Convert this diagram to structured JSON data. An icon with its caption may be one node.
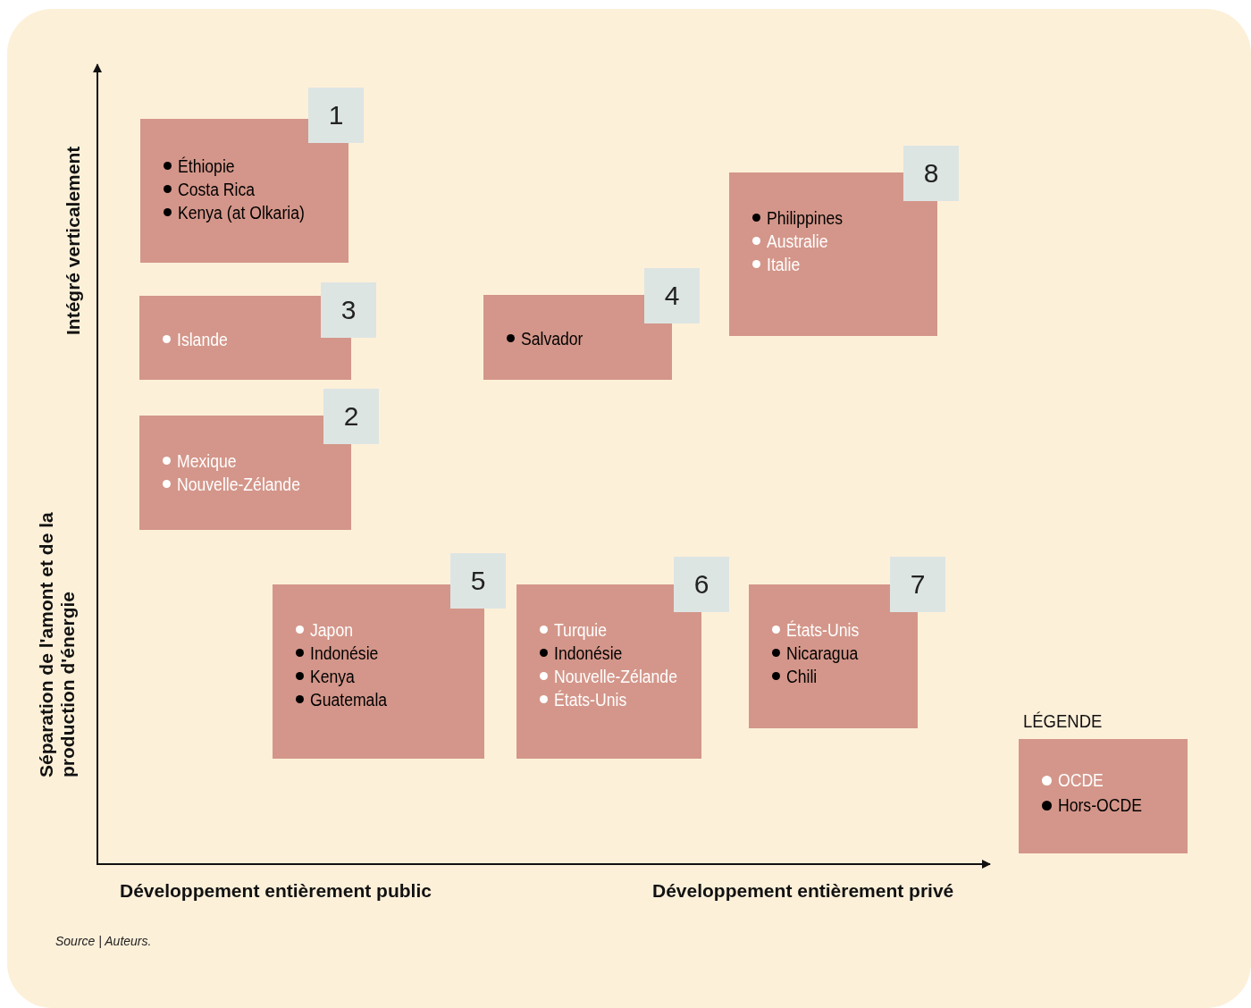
{
  "diagram": {
    "caption": "Source | Auteurs.",
    "nodes": [
      {
        "text": [
          "1",
          "Éthiopie",
          "Costa Rica",
          "Kenya (at Olkaria)"
        ]
      },
      {
        "text": [
          "8",
          "Philippines",
          "Australie",
          "Italie"
        ]
      },
      {
        "text": [
          "3",
          "Islande"
        ]
      },
      {
        "text": [
          "4",
          "Salvador"
        ]
      },
      {
        "text": [
          "2",
          "Mexique",
          "Nouvelle-Zélande"
        ]
      },
      {
        "text": [
          "5",
          "Japon",
          "Indonésie",
          "Kenya",
          "Guatemala"
        ]
      },
      {
        "text": [
          "6",
          "Turquie",
          "Indonésie",
          "Nouvelle-Zélande",
          "États-Unis"
        ]
      },
      {
        "text": [
          "7",
          "États-Unis",
          "Nicaragua",
          "Chili"
        ]
      }
    ],
    "labels": [
      "Intégré verticalement",
      "Séparation de l'amont et de la production d'énergie",
      "LÉGENDE",
      "Développement entièrement public",
      "Développement entièrement privé"
    ],
    "legend": [
      {
        "text": "OCDE",
        "color": "#ffffff"
      },
      {
        "text": "Hors-OCDE",
        "color": "#000000"
      }
    ]
  }
}
